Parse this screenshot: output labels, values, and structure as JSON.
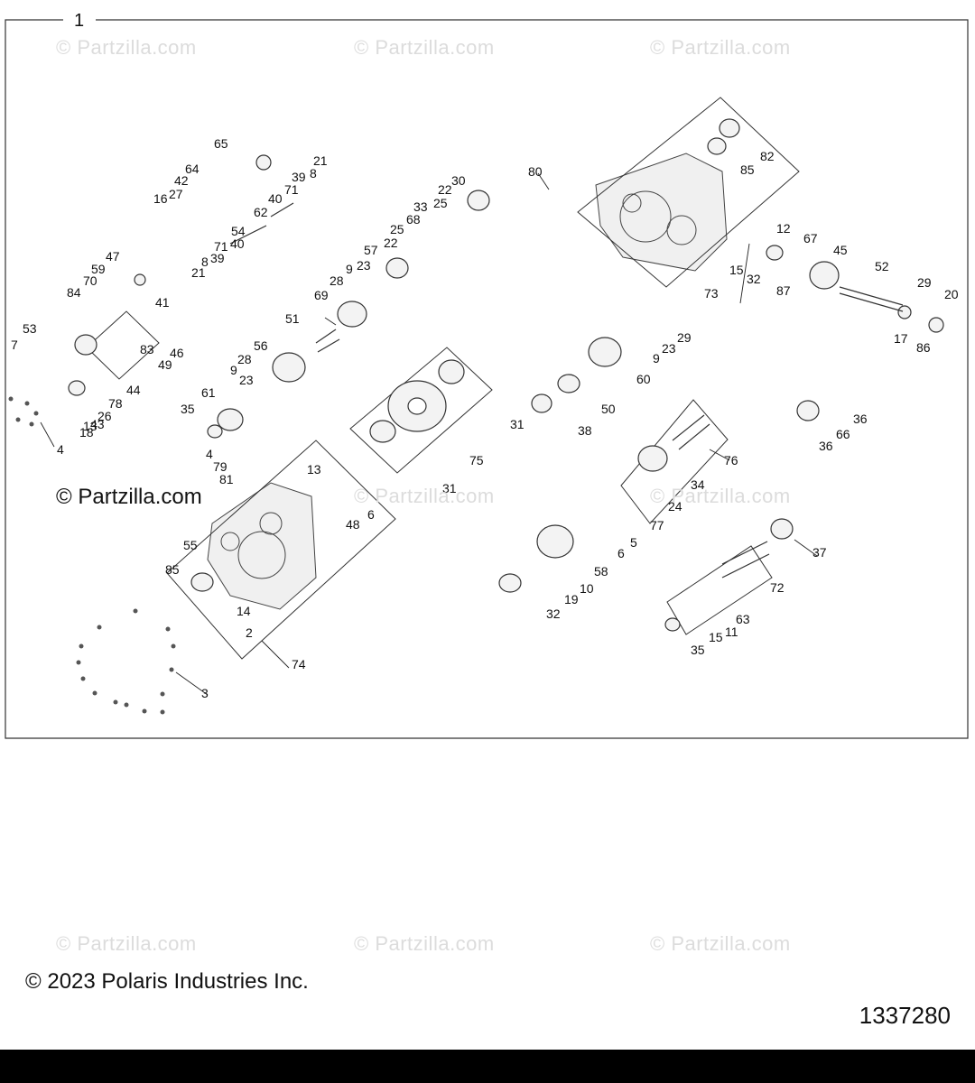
{
  "frame_label": "1",
  "watermarks": {
    "text": "© Partzilla.com"
  },
  "copyright": "© 2023 Polaris Industries Inc.",
  "part_number": "1337280",
  "callouts": [
    "1",
    "2",
    "3",
    "4",
    "5",
    "6",
    "7",
    "8",
    "9",
    "10",
    "11",
    "12",
    "13",
    "14",
    "15",
    "16",
    "17",
    "18",
    "19",
    "20",
    "21",
    "22",
    "23",
    "24",
    "25",
    "26",
    "27",
    "28",
    "29",
    "30",
    "31",
    "32",
    "33",
    "34",
    "35",
    "36",
    "37",
    "38",
    "39",
    "40",
    "41",
    "42",
    "43",
    "44",
    "45",
    "46",
    "47",
    "48",
    "49",
    "50",
    "51",
    "52",
    "53",
    "54",
    "55",
    "56",
    "57",
    "58",
    "59",
    "60",
    "61",
    "62",
    "63",
    "64",
    "65",
    "66",
    "67",
    "68",
    "69",
    "70",
    "71",
    "72",
    "73",
    "74",
    "75",
    "76",
    "77",
    "78",
    "79",
    "80",
    "81",
    "82",
    "83",
    "84",
    "85",
    "86",
    "87"
  ]
}
